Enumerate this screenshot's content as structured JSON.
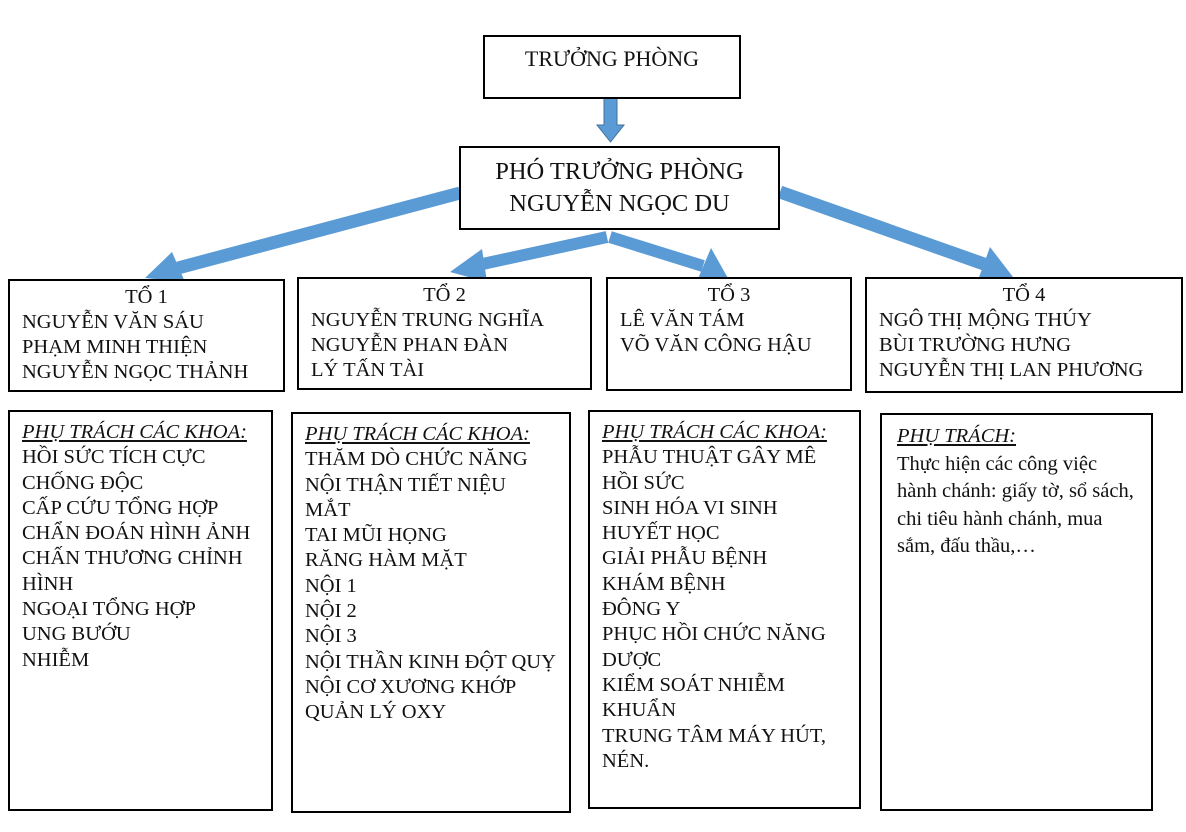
{
  "head": {
    "title": "TRƯỞNG PHÒNG"
  },
  "deputy": {
    "title": "PHÓ TRƯỞNG PHÒNG",
    "name": "NGUYỄN NGỌC DU"
  },
  "teams": [
    {
      "name": "TỔ 1",
      "members": [
        "NGUYỄN VĂN SÁU",
        "PHẠM MINH THIỆN",
        "NGUYỄN NGỌC THẢNH"
      ]
    },
    {
      "name": "TỔ 2",
      "members": [
        "NGUYỄN TRUNG NGHĨA",
        "NGUYỄN PHAN ĐÀN",
        "LÝ TẤN TÀI"
      ]
    },
    {
      "name": "TỔ 3",
      "members": [
        "LÊ VĂN TÁM",
        "VÕ VĂN CÔNG HẬU"
      ]
    },
    {
      "name": "TỔ 4",
      "members": [
        "NGÔ THỊ MỘNG THÚY",
        "BÙI TRƯỜNG HƯNG",
        "NGUYỄN THỊ LAN PHƯƠNG"
      ]
    }
  ],
  "duties": [
    {
      "heading": "PHỤ TRÁCH CÁC KHOA:",
      "items": [
        "HỒI SỨC TÍCH CỰC CHỐNG ĐỘC",
        "CẤP CỨU TỔNG HỢP",
        "CHẨN ĐOÁN HÌNH ẢNH",
        "CHẤN THƯƠNG CHỈNH HÌNH",
        "NGOẠI TỔNG HỢP",
        "UNG BƯỚU",
        "NHIỄM"
      ]
    },
    {
      "heading": "PHỤ TRÁCH CÁC KHOA:",
      "items": [
        "THĂM DÒ CHỨC NĂNG",
        "NỘI THẬN TIẾT NIỆU",
        "MẮT",
        "TAI MŨI HỌNG",
        "RĂNG HÀM MẶT",
        "NỘI 1",
        "NỘI 2",
        "NỘI 3",
        "NỘI THẦN KINH ĐỘT QUỴ",
        "NỘI CƠ XƯƠNG KHỚP",
        "QUẢN LÝ OXY"
      ]
    },
    {
      "heading": "PHỤ TRÁCH CÁC KHOA:",
      "items": [
        "PHẪU THUẬT GÂY MÊ HỒI SỨC",
        "SINH HÓA VI SINH",
        "HUYẾT HỌC",
        "GIẢI PHẪU BỆNH",
        "KHÁM BỆNH",
        "ĐÔNG Y",
        "PHỤC HỒI CHỨC NĂNG",
        "DƯỢC",
        "KIỂM SOÁT NHIỄM KHUẨN",
        "TRUNG TÂM MÁY HÚT, NÉN."
      ]
    },
    {
      "heading": "PHỤ TRÁCH:",
      "text": "Thực hiện các công việc hành chánh: giấy tờ, sổ sách, chi tiêu hành chánh, mua sắm, đấu thầu,…"
    }
  ],
  "colors": {
    "arrow": "#5b9bd5",
    "border": "#000000"
  }
}
